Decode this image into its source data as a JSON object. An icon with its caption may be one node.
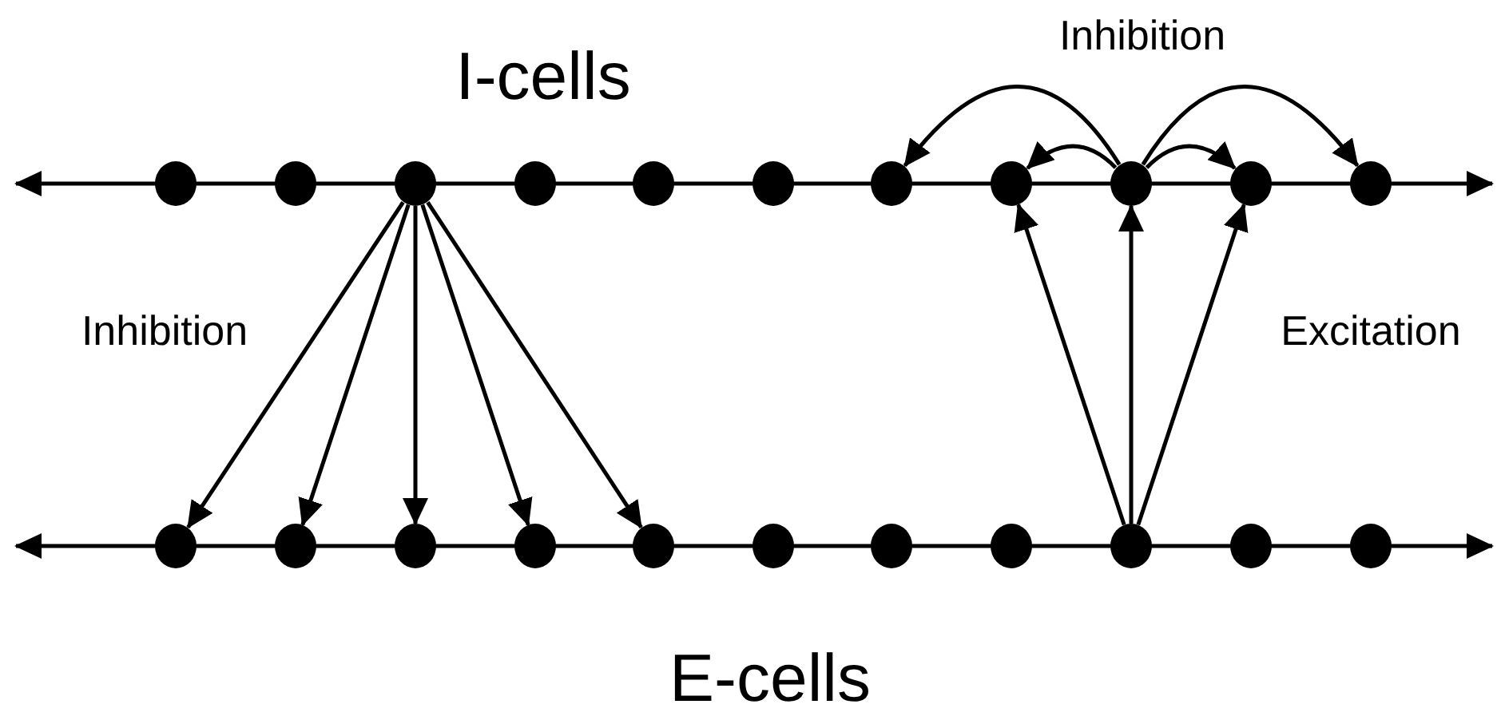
{
  "diagram": {
    "nodes": [
      {
        "text": [],
        "shape": "circle"
      },
      {
        "text": [],
        "shape": "circle"
      },
      {
        "text": [],
        "shape": "circle"
      },
      {
        "text": [],
        "shape": "circle"
      },
      {
        "text": [],
        "shape": "circle"
      },
      {
        "text": [],
        "shape": "circle"
      },
      {
        "text": [],
        "shape": "circle"
      },
      {
        "text": [],
        "shape": "circle"
      },
      {
        "text": [],
        "shape": "circle"
      },
      {
        "text": [],
        "shape": "circle"
      },
      {
        "text": [],
        "shape": "circle"
      },
      {
        "text": [],
        "shape": "circle"
      },
      {
        "text": [],
        "shape": "circle"
      },
      {
        "text": [],
        "shape": "circle"
      },
      {
        "text": [],
        "shape": "circle"
      },
      {
        "text": [],
        "shape": "circle"
      },
      {
        "text": [],
        "shape": "circle"
      },
      {
        "text": [],
        "shape": "circle"
      },
      {
        "text": [],
        "shape": "circle"
      },
      {
        "text": [],
        "shape": "circle"
      },
      {
        "text": [],
        "shape": "circle"
      },
      {
        "text": [],
        "shape": "circle"
      }
    ],
    "edges": [
      {
        "from": 2,
        "to": 11,
        "arrow": "to"
      },
      {
        "from": 2,
        "to": 12,
        "arrow": "to"
      },
      {
        "from": 2,
        "to": 13,
        "arrow": "to"
      },
      {
        "from": 2,
        "to": 14,
        "arrow": "to"
      },
      {
        "from": 2,
        "to": 15,
        "arrow": "to"
      },
      {
        "from": 19,
        "to": 7,
        "arrow": "to"
      },
      {
        "from": 19,
        "to": 8,
        "arrow": "to"
      },
      {
        "from": 19,
        "to": 9,
        "arrow": "to"
      },
      {
        "from": 8,
        "to": 6,
        "arrow": "to"
      },
      {
        "from": 8,
        "to": 7,
        "arrow": "to"
      },
      {
        "from": 8,
        "to": 9,
        "arrow": "to"
      },
      {
        "from": 8,
        "to": 10,
        "arrow": "to"
      }
    ],
    "labels": [
      "Inhibition",
      "I-cells",
      "Inhibition",
      "Excitation",
      "E-cells"
    ]
  }
}
